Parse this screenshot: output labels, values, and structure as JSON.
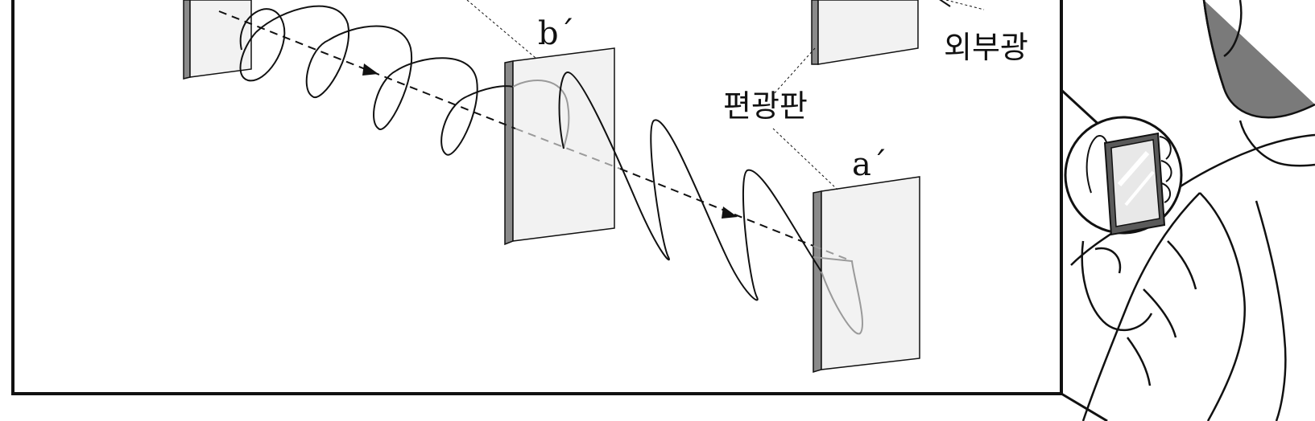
{
  "labels": {
    "polarizer": "편광판",
    "external_light": "외부광",
    "a_prime": "a´",
    "b_prime": "b´"
  },
  "colors": {
    "ink": "#111111",
    "panel_face": "#f2f2f2",
    "panel_edge": "#8a8a8a",
    "faint_wave": "#9a9a9a",
    "background": "#ffffff"
  },
  "icons": {
    "phone": "smartphone-icon",
    "magnifier": "zoom-circle-icon"
  }
}
